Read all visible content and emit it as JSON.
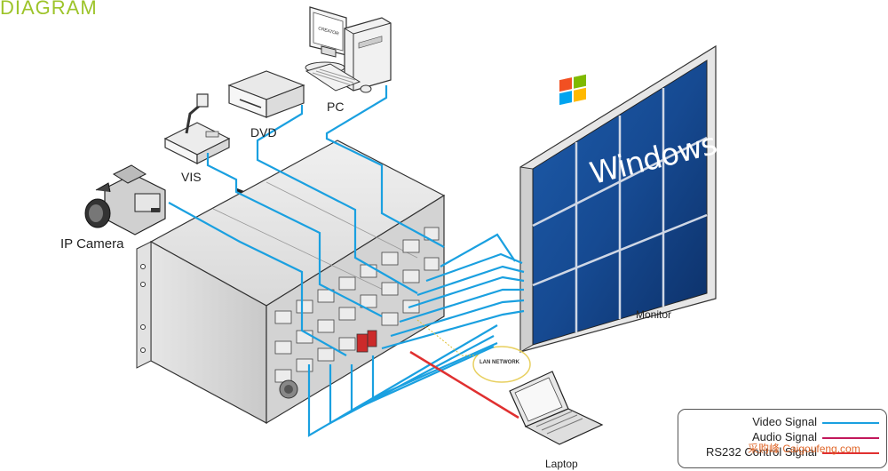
{
  "title": "DIAGRAM",
  "devices": {
    "pc": "PC",
    "dvd": "DVD",
    "vis": "VIS",
    "ip_camera": "IP Camera",
    "monitor": "Monitor",
    "laptop": "Laptop",
    "monitor_brand": "CREATOR"
  },
  "lan_label": "LAN NETWORK",
  "screen_text": "Windows",
  "legend": {
    "video": "Video Signal",
    "audio": "Audio Signal",
    "rs232": "RS232 Control Signal"
  },
  "watermark": "采购峰 Caigoufeng.com",
  "colors": {
    "title": "#9dc42a",
    "video": "#1aa0e0",
    "audio": "#c2185b",
    "rs232": "#e03030",
    "screen": "#1a4f9a"
  }
}
